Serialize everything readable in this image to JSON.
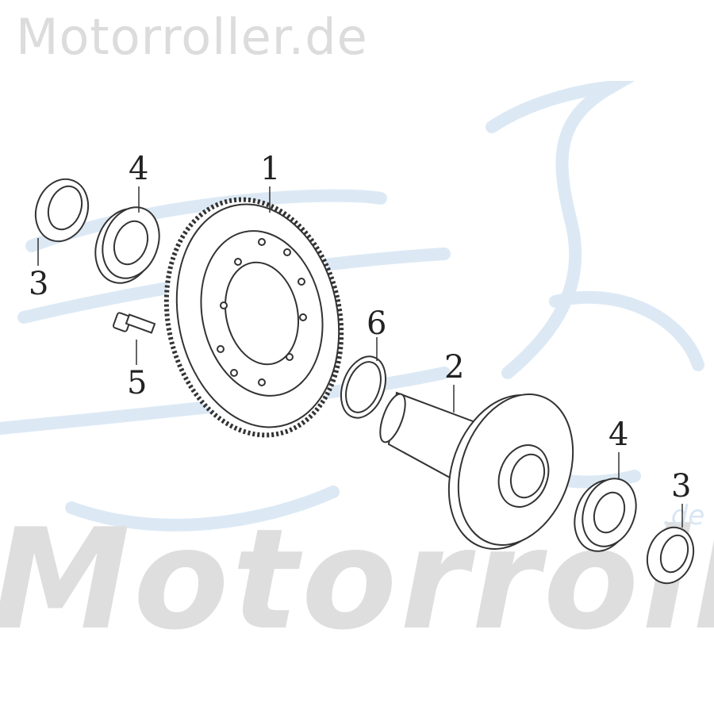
{
  "watermark": {
    "top": "Motorroller.de",
    "bottom": "Motorroller",
    "suffix": ".de"
  },
  "colors": {
    "logo": "#dce9f5",
    "line": "#333333",
    "watermark": "#dcdcdc"
  },
  "callouts": [
    {
      "number": "1",
      "part": "ring-gear"
    },
    {
      "number": "2",
      "part": "output-shaft"
    },
    {
      "number": "3",
      "part": "oil-seal-left"
    },
    {
      "number": "4",
      "part": "bearing-left"
    },
    {
      "number": "5",
      "part": "bolt"
    },
    {
      "number": "6",
      "part": "circlip"
    },
    {
      "number": "4",
      "part": "bearing-right"
    },
    {
      "number": "3",
      "part": "oil-seal-right"
    }
  ]
}
